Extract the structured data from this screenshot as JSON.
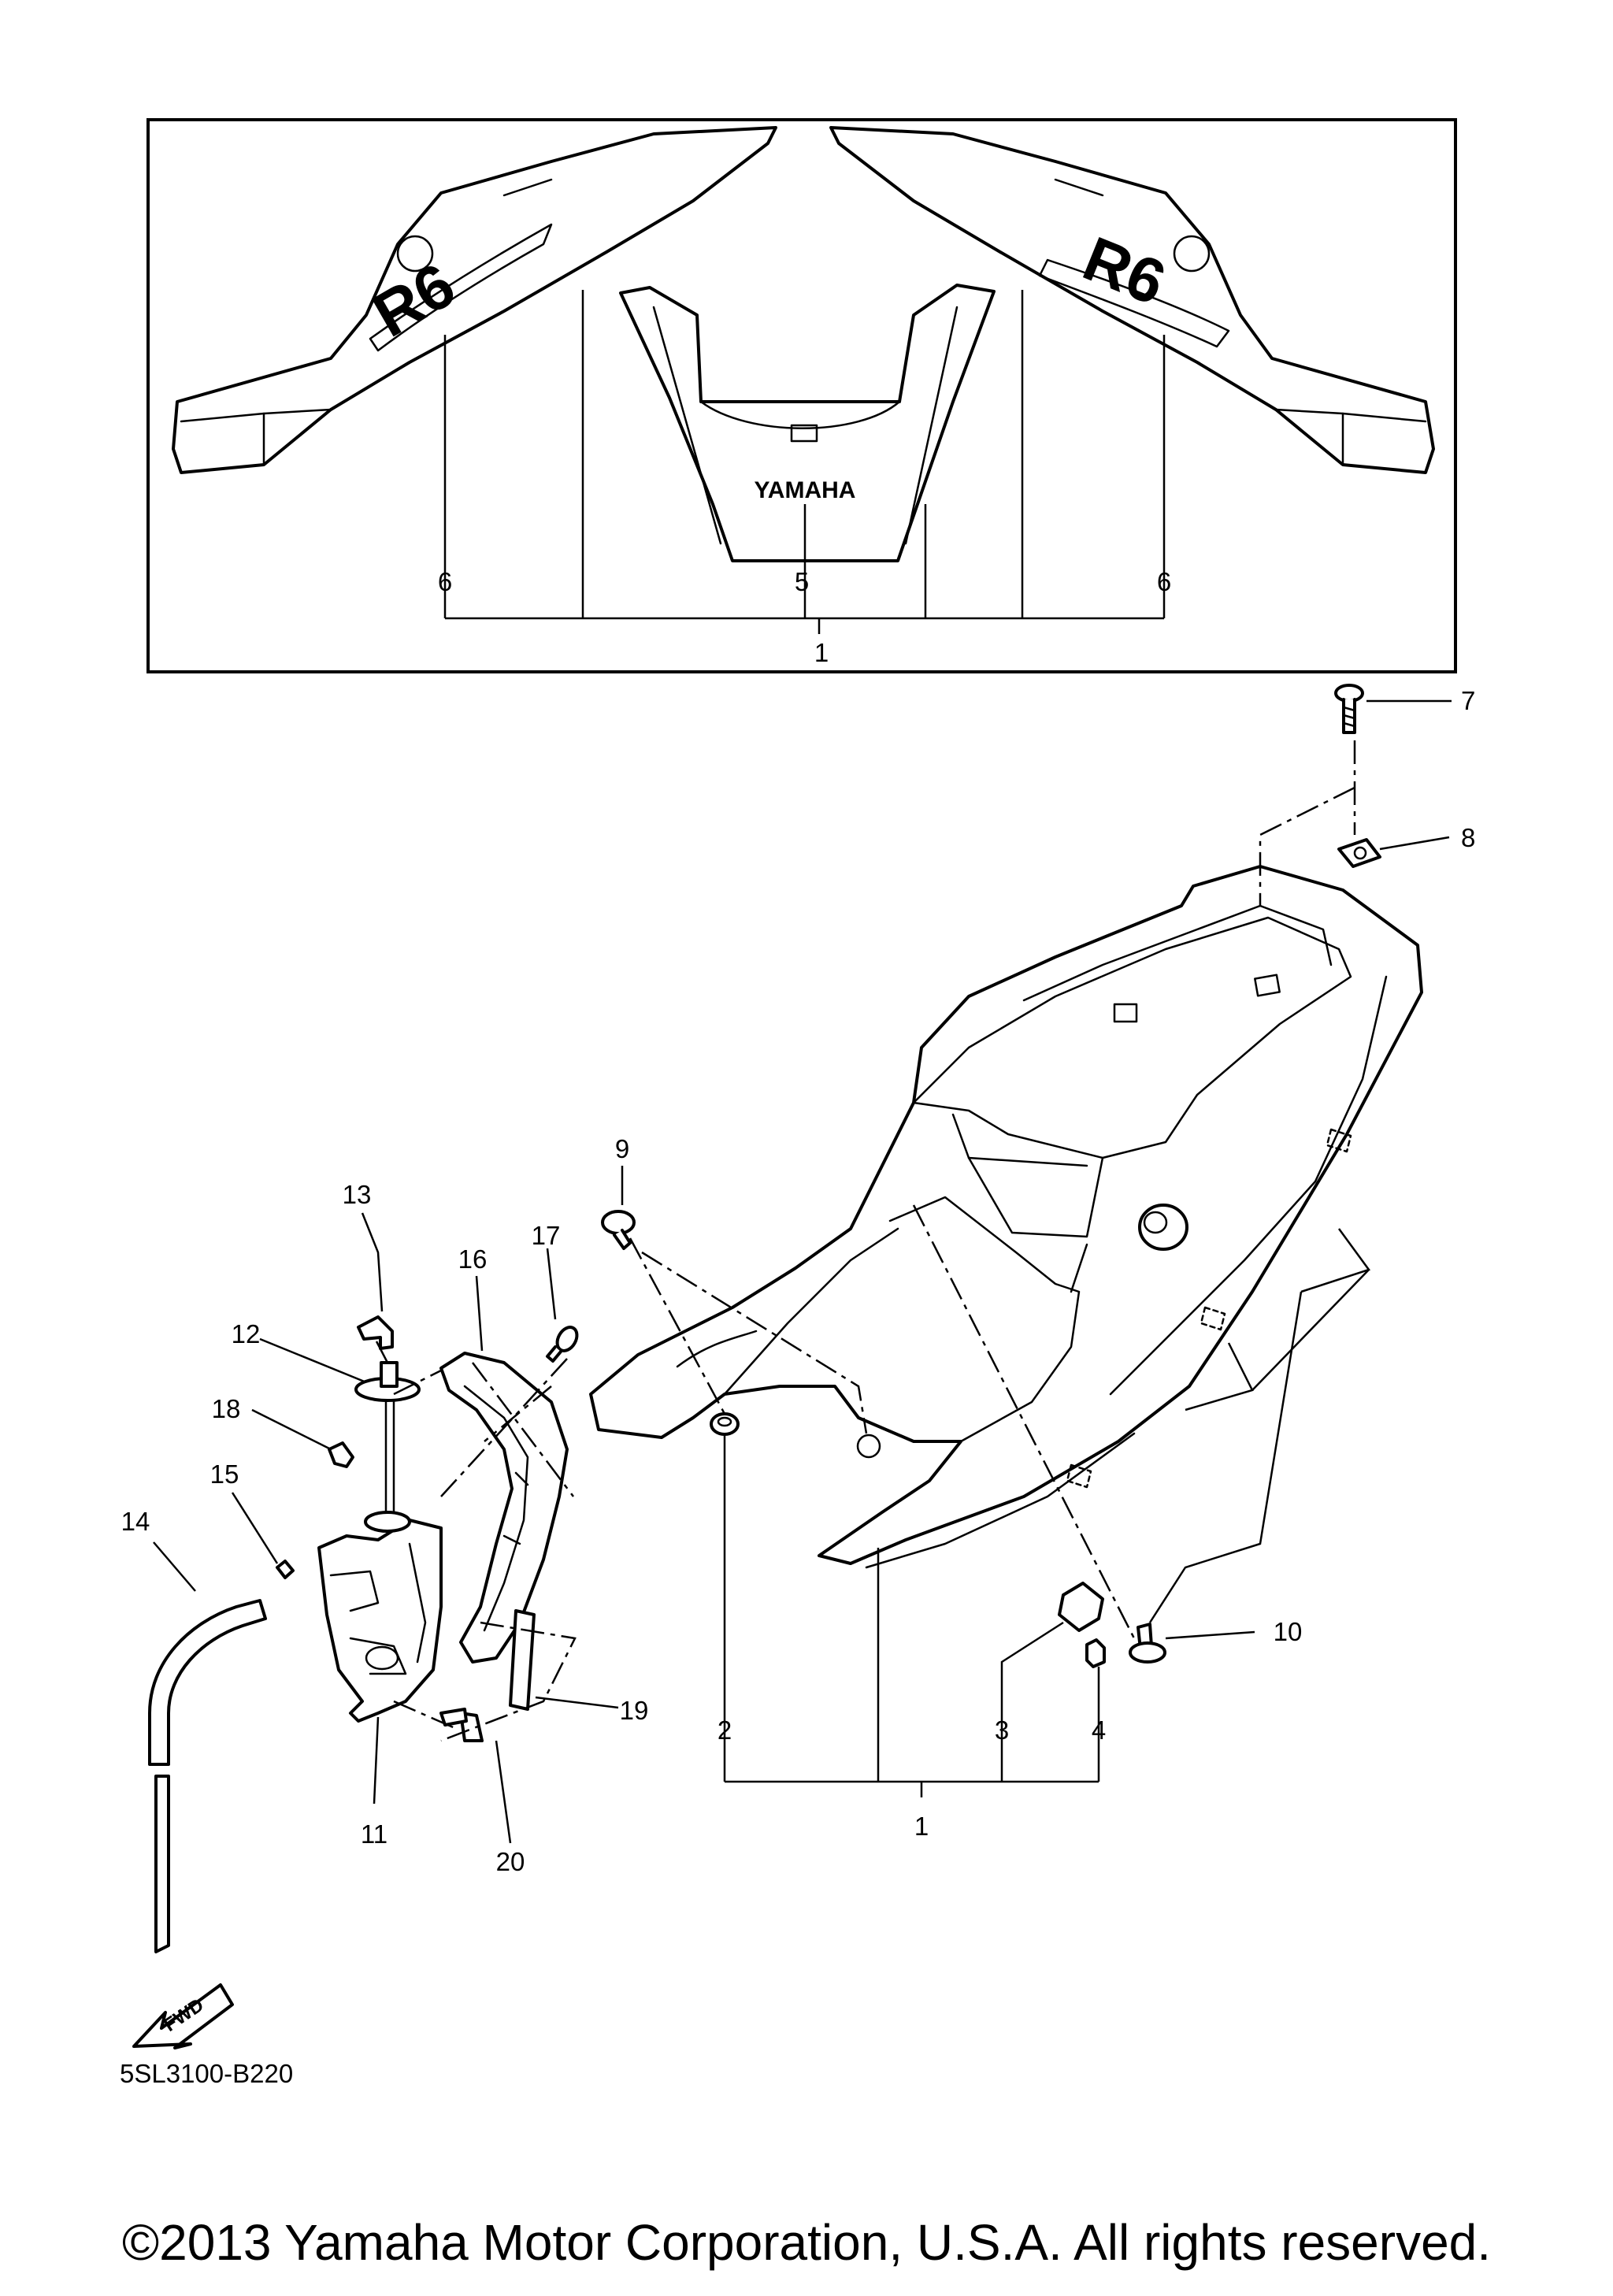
{
  "drawing_code": "5SL3100-B220",
  "copyright": "©2013 Yamaha Motor Corporation, U.S.A. All rights reserved.",
  "decal": {
    "brand_text": "YAMAHA",
    "model_text": "R6"
  },
  "fwd_label": "FWD",
  "inset_callouts": [
    "6",
    "5",
    "6",
    "1"
  ],
  "callouts": [
    "7",
    "8",
    "9",
    "13",
    "17",
    "16",
    "12",
    "18",
    "15",
    "14",
    "10",
    "19",
    "2",
    "3",
    "4",
    "1",
    "11",
    "20"
  ],
  "icons": {
    "fwd_arrow": "forward-direction-arrow-icon"
  }
}
